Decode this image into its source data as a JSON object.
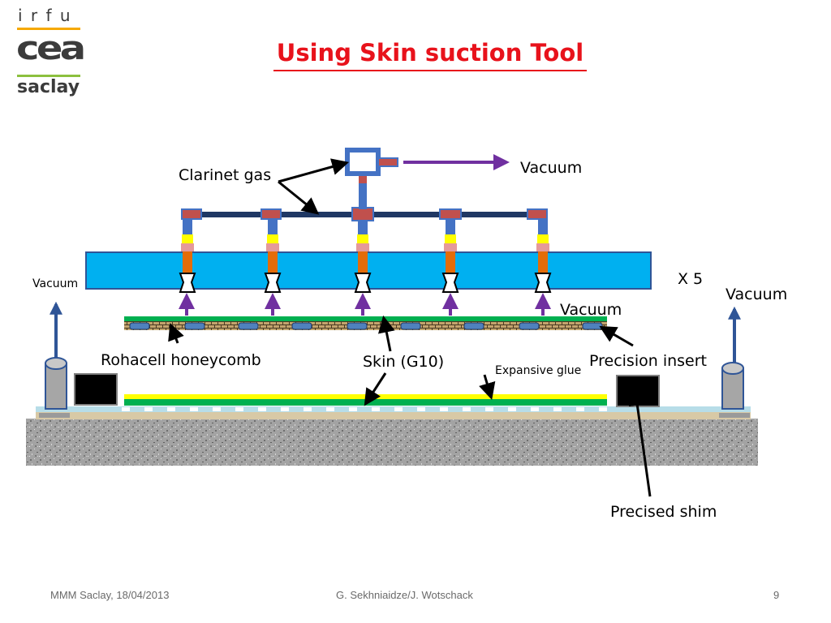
{
  "slide": {
    "title": "Using Skin suction Tool",
    "logo": {
      "irfu": "i r f u",
      "cea": "cea",
      "saclay": "saclay",
      "colors": {
        "irfu_bar": "#f6a800",
        "saclay_bar": "#8cc03e"
      }
    },
    "footer": {
      "left": "MMM Saclay, 18/04/2013",
      "center": "G. Sekhniaidze/J. Wotschack",
      "page": "9"
    }
  },
  "diagram": {
    "labels": {
      "clarinet_gas": "Clarinet gas",
      "vacuum_top": "Vacuum",
      "vacuum_left": "Vacuum",
      "x5": "X 5",
      "vacuum_right": "Vacuum",
      "vacuum_mid": "Vacuum",
      "rohacell": "Rohacell honeycomb",
      "skin": "Skin (G10)",
      "expansive_glue": "Expansive glue",
      "precision_insert": "Precision insert",
      "precised_shim": "Precised shim"
    },
    "colors": {
      "tool_plate": "#00b0f0",
      "vacuum_arrow": "#7030a0",
      "pipe": "#4472c4",
      "fitting": "#c0504d",
      "stem": "#e36c09",
      "valve": "#ffff00",
      "skin_green": "#00b050",
      "glue_yellow": "#ffff00",
      "title_red": "#e8121b"
    }
  }
}
